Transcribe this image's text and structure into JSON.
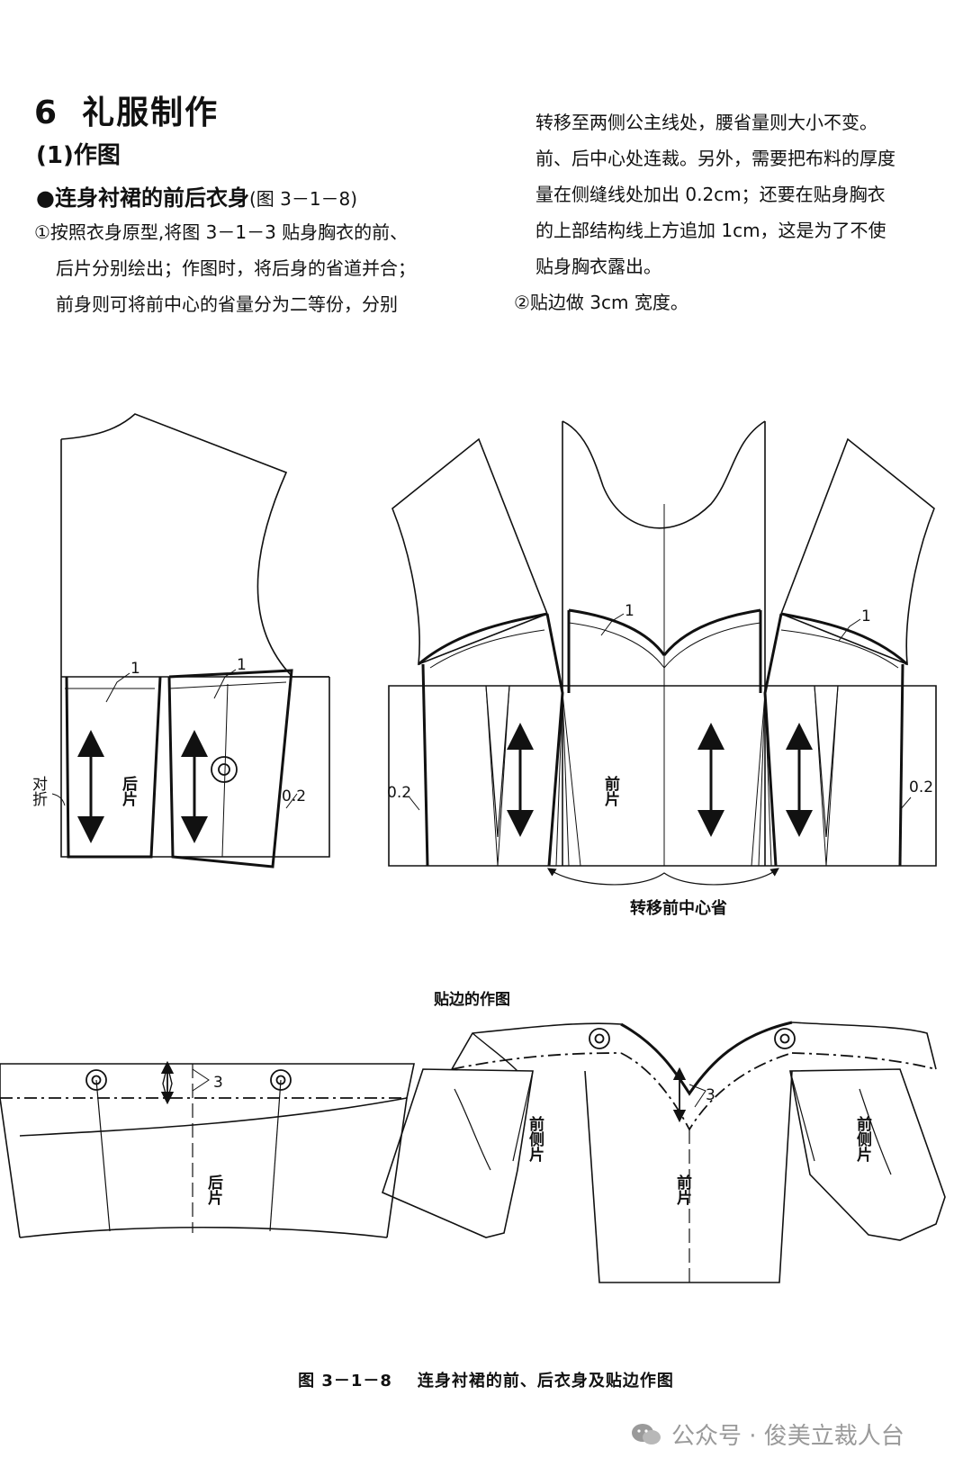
{
  "heading": {
    "number": "6",
    "title": "礼服制作"
  },
  "subheading": "(1)作图",
  "bullet": {
    "title": "●连身衬裙的前后衣身",
    "ref": "(图 3－1－8)"
  },
  "paragraph_left": [
    "①按照衣身原型,将图 3－1－3 贴身胸衣的前、",
    "后片分别绘出；作图时，将后身的省道并合；",
    "前身则可将前中心的省量分为二等份，分别"
  ],
  "paragraph_right": [
    "转移至两侧公主线处，腰省量则大小不变。",
    "前、后中心处连裁。另外，需要把布料的厚度",
    "量在侧缝线处加出 0.2cm；还要在贴身胸衣",
    "的上部结构线上方追加 1cm，这是为了不使",
    "贴身胸衣露出。",
    "②贴边做 3cm 宽度。"
  ],
  "figure": {
    "back_label": "后片",
    "fold_label": "对折",
    "front_label": "前片",
    "front_side_label": "前侧片",
    "mark_1": "1",
    "mark_02": "0.2",
    "mark_3": "3",
    "transfer_label": "转移前中心省",
    "facing_title": "贴边的作图"
  },
  "caption": {
    "number": "图 3－1－8",
    "text": "连身衬裙的前、后衣身及贴边作图"
  },
  "watermark": {
    "text": "公众号 · 俊美立裁人台",
    "icon": "wechat-icon"
  }
}
